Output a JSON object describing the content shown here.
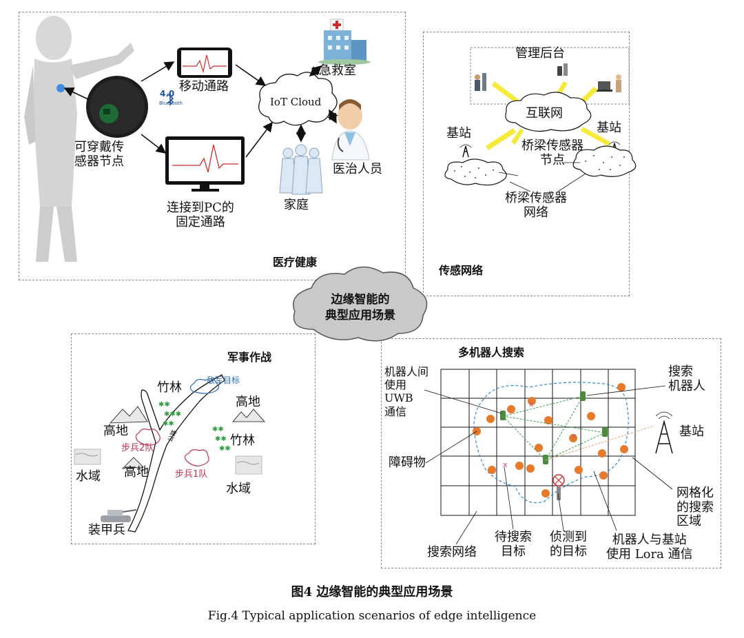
{
  "medical": {
    "title": "医疗健康",
    "wearable_node": [
      "可穿戴传",
      "感器节点"
    ],
    "bluetooth_version": "4.0",
    "bluetooth_label": "Bluetooth",
    "mobile_path": "移动通路",
    "pc_path": [
      "连接到PC的",
      "固定通路"
    ],
    "iot_cloud": "IoT Cloud",
    "emergency_room": "急救室",
    "family": "家庭",
    "medical_staff": "医治人员"
  },
  "sensor": {
    "title": "传感网络",
    "admin_backend": "管理后台",
    "internet": "互联网",
    "base_station_left": "基站",
    "base_station_right": "基站",
    "bridge_node": [
      "桥梁传感器",
      "节点"
    ],
    "bridge_network": [
      "桥梁传感器",
      "网络"
    ]
  },
  "center": [
    "边缘智能的",
    "典型应用场景"
  ],
  "military": {
    "title": "军事作战",
    "bamboo_top": "竹林",
    "enemy_target": "敌军目标",
    "highland_right": "高地",
    "highland_left": "高地",
    "infantry2": "步兵2队",
    "road_label": "公路",
    "bamboo_right": "竹林",
    "water_left": "水域",
    "highland_mid": "高地",
    "infantry1": "步兵1队",
    "water_right": "水域",
    "armor": "装甲兵"
  },
  "robots": {
    "title": "多机器人搜索",
    "uwb": [
      "机器人间",
      "使用",
      "UWB",
      "通信"
    ],
    "search_robot": [
      "搜索",
      "机器人"
    ],
    "base_station": "基站",
    "obstacle": "障碍物",
    "grid_area": [
      "网格化",
      "的搜索",
      "区域"
    ],
    "search_network": "搜索网络",
    "pending_target": [
      "待搜索",
      "目标"
    ],
    "detected_target": [
      "侦测到",
      "的目标"
    ],
    "lora": [
      "机器人与基站",
      "使用 Lora 通信"
    ]
  },
  "caption": {
    "cn": "图4 边缘智能的典型应用场景",
    "en": "Fig.4 Typical application scenarios of edge intelligence"
  }
}
